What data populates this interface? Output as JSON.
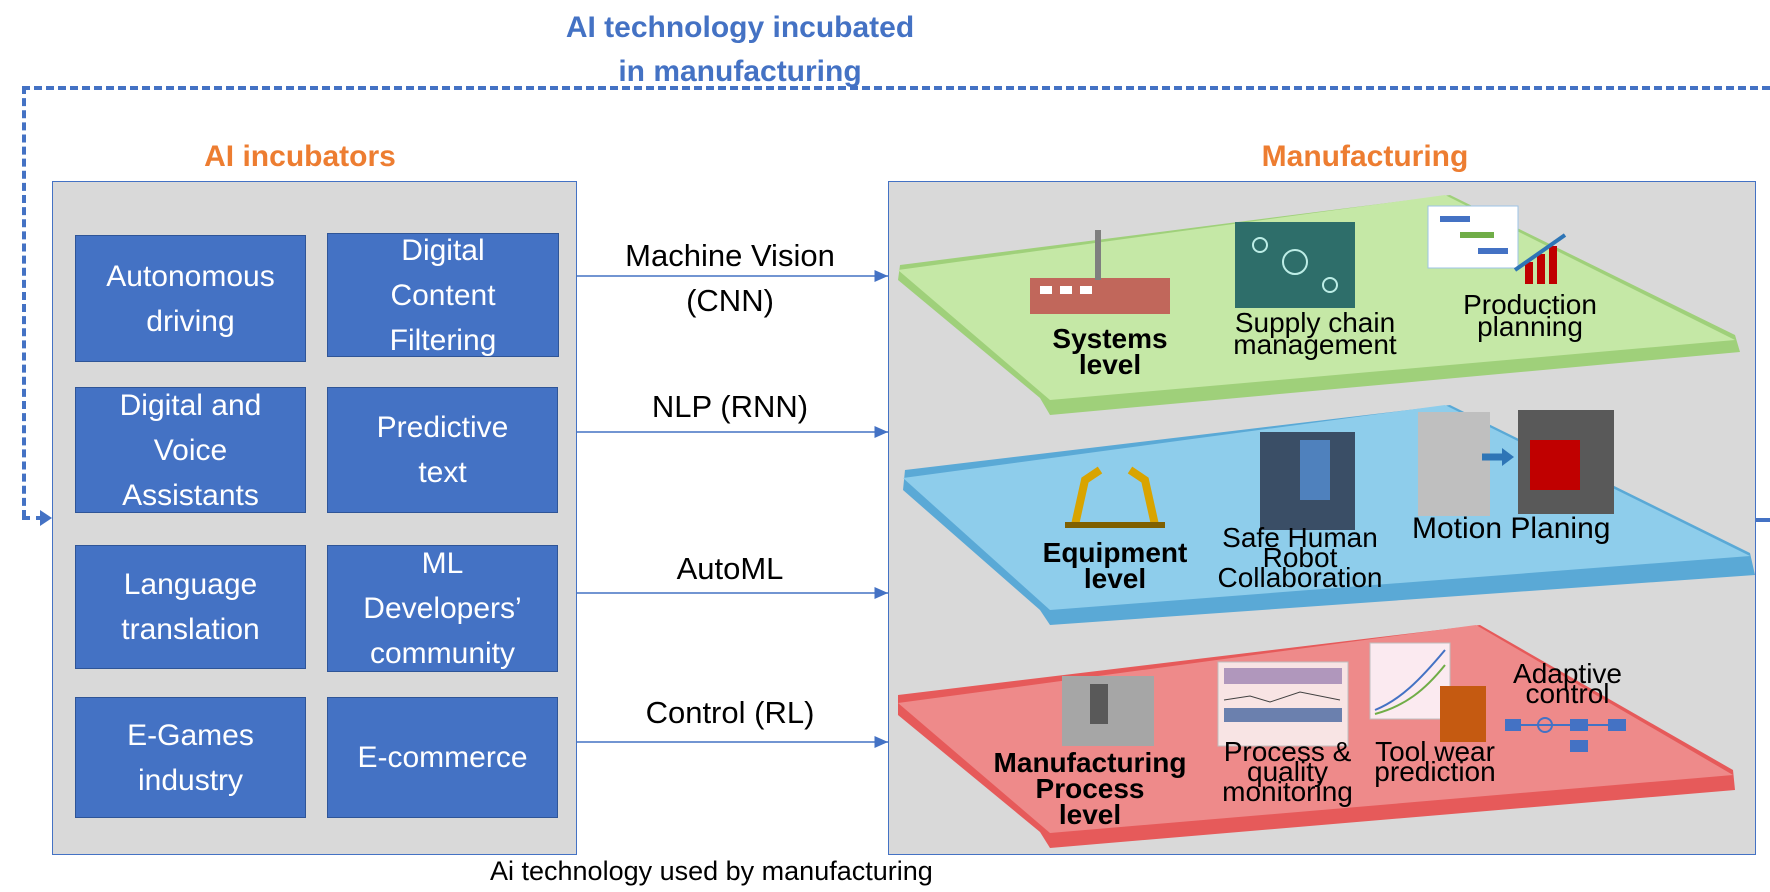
{
  "top_title_line1": "AI technology incubated",
  "top_title_line2": "in manufacturing",
  "incubators_title": "AI incubators",
  "manufacturing_title": "Manufacturing",
  "incubators": [
    "Autonomous\ndriving",
    "Digital\nContent\nFiltering",
    "Digital and\nVoice\nAssistants",
    "Predictive\ntext",
    "Language\ntranslation",
    "ML\nDevelopers’\ncommunity",
    "E-Games\nindustry",
    "E-commerce"
  ],
  "connections": [
    {
      "line1": "Machine Vision",
      "line2": "(CNN)"
    },
    {
      "line1": "NLP (RNN)",
      "line2": ""
    },
    {
      "line1": "AutoML",
      "line2": ""
    },
    {
      "line1": "Control (RL)",
      "line2": ""
    }
  ],
  "caption": "Ai technology used by manufacturing",
  "levels": {
    "systems": {
      "name_line1": "Systems",
      "name_line2": "level",
      "items": [
        {
          "line1": "Supply chain",
          "line2": "management"
        },
        {
          "line1": "Production",
          "line2": "planning"
        }
      ]
    },
    "equipment": {
      "name_line1": "Equipment",
      "name_line2": "level",
      "items": [
        {
          "line1": "Safe Human",
          "line2": "Robot",
          "line3": "Collaboration"
        },
        {
          "line1": "Motion Planing"
        }
      ]
    },
    "process": {
      "name_line1": "Manufacturing",
      "name_line2": "Process",
      "name_line3": "level",
      "items": [
        {
          "line1": "Process &",
          "line2": "quality",
          "line3": "monitoring"
        },
        {
          "line1": "Tool wear",
          "line2": "prediction"
        },
        {
          "line1": "Adaptive",
          "line2": "control"
        }
      ]
    }
  },
  "colors": {
    "accent_blue": "#4472C4",
    "orange": "#ED7D31",
    "panel_gray": "#D9D9D9",
    "systems_green": "#C5E8A6",
    "equipment_blue": "#8ECDEB",
    "process_red": "#EE8A8A"
  }
}
